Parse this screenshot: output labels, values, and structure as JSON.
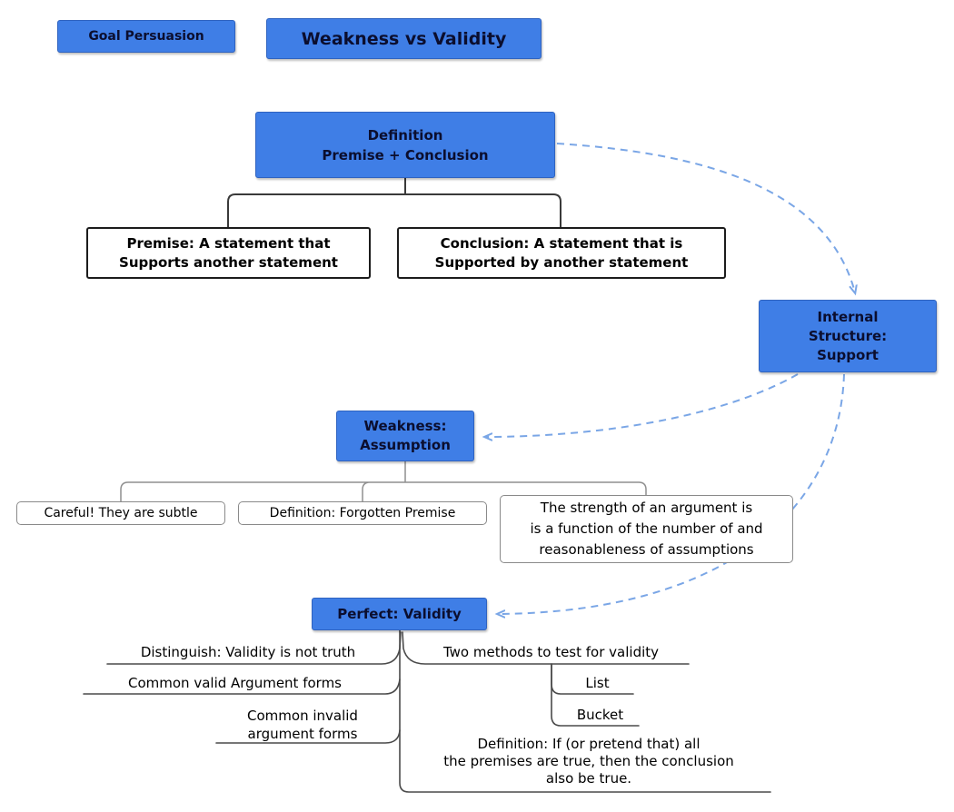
{
  "header": {
    "goal_label": "Goal Persuasion",
    "title": "Weakness vs Validity"
  },
  "colors": {
    "node_fill": "#3f7ee6",
    "node_border": "#2f63c0",
    "dashed_link": "#7aa6e6",
    "branch_line": "#4a4a4a"
  },
  "nodes": {
    "definition": "Definition\nPremise + Conclusion",
    "premise": "Premise: A statement that\nSupports another statement",
    "conclusion": "Conclusion: A statement that is\nSupported by another statement",
    "internal_structure": "Internal\nStructure:\nSupport",
    "weakness": "Weakness:\nAssumption",
    "careful": "Careful! They are subtle",
    "forgotten_premise": "Definition: Forgotten Premise",
    "strength": "The strength of an argument is\nis a function of the number of and\nreasonableness of assumptions",
    "perfect": "Perfect: Validity"
  },
  "branches": {
    "distinguish": "Distinguish: Validity is not truth",
    "two_methods": "Two methods to test for validity",
    "valid_forms": "Common valid Argument forms",
    "invalid_forms": "Common invalid\nargument forms",
    "list": "List",
    "bucket": "Bucket",
    "validity_definition": "Definition: If (or pretend that) all\nthe premises are true, then the conclusion\nalso be true."
  }
}
